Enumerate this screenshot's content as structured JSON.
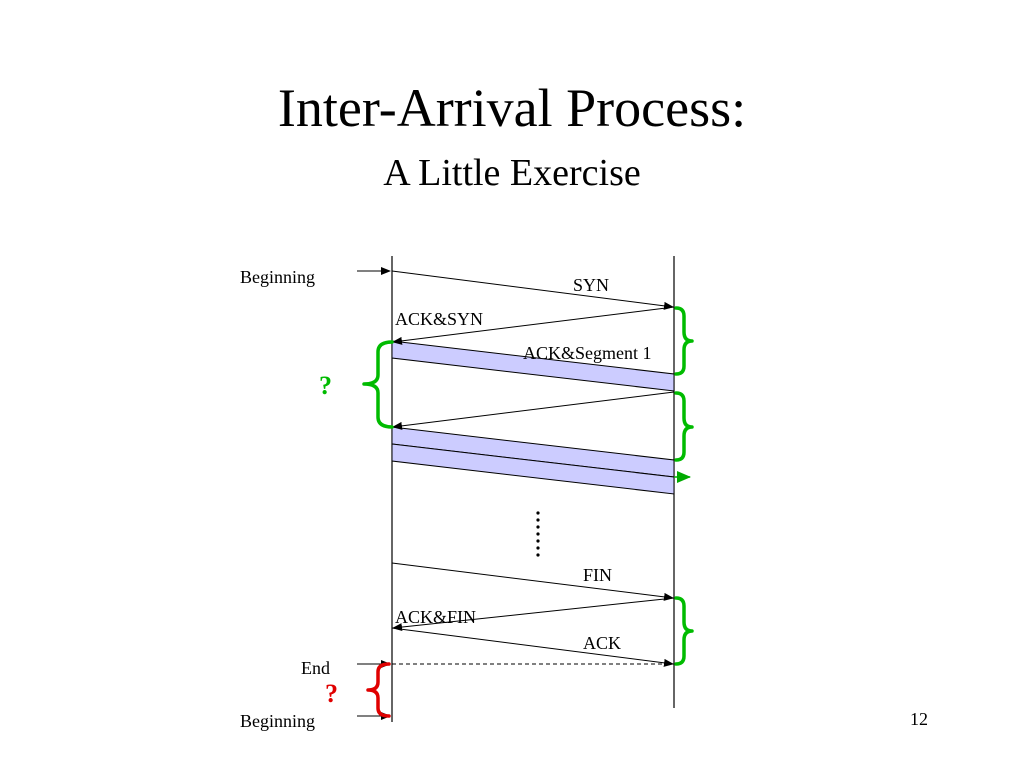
{
  "slide": {
    "title": "Inter-Arrival Process:",
    "subtitle": "A Little Exercise",
    "page_number": "12"
  },
  "diagram": {
    "labels": {
      "beginning_top": "Beginning",
      "syn": "SYN",
      "ack_syn": "ACK&SYN",
      "ack_segment": "ACK&Segment 1",
      "fin": "FIN",
      "ack_fin": "ACK&FIN",
      "ack": "ACK",
      "end": "End",
      "beginning_bottom": "Beginning",
      "question_green": "?",
      "question_red": "?"
    },
    "colors": {
      "brace_green": "#00bb00",
      "brace_red": "#e00000",
      "segment_fill": "#ccccff",
      "arrow_green": "#00aa00"
    }
  }
}
